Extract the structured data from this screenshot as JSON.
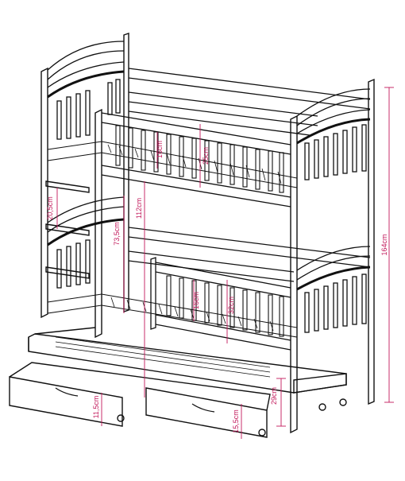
{
  "diagram": {
    "colors": {
      "line": "#111111",
      "dimension": "#c2185b"
    },
    "dimensions": [
      {
        "id": "total-height",
        "label": "164cm"
      },
      {
        "id": "upper-rail-height",
        "label": "16cm"
      },
      {
        "id": "upper-panel-height",
        "label": "25cm"
      },
      {
        "id": "ladder-step-spacing",
        "label": "20,5cm"
      },
      {
        "id": "lower-entrance-height",
        "label": "73,5cm"
      },
      {
        "id": "upper-bed-height",
        "label": "112cm"
      },
      {
        "id": "lower-rail-height",
        "label": "16cm"
      },
      {
        "id": "lower-panel-height",
        "label": "32cm"
      },
      {
        "id": "trundle-height",
        "label": "29cm"
      },
      {
        "id": "trundle-clearance",
        "label": "15,5cm"
      },
      {
        "id": "drawer-height",
        "label": "11,5cm"
      }
    ]
  }
}
